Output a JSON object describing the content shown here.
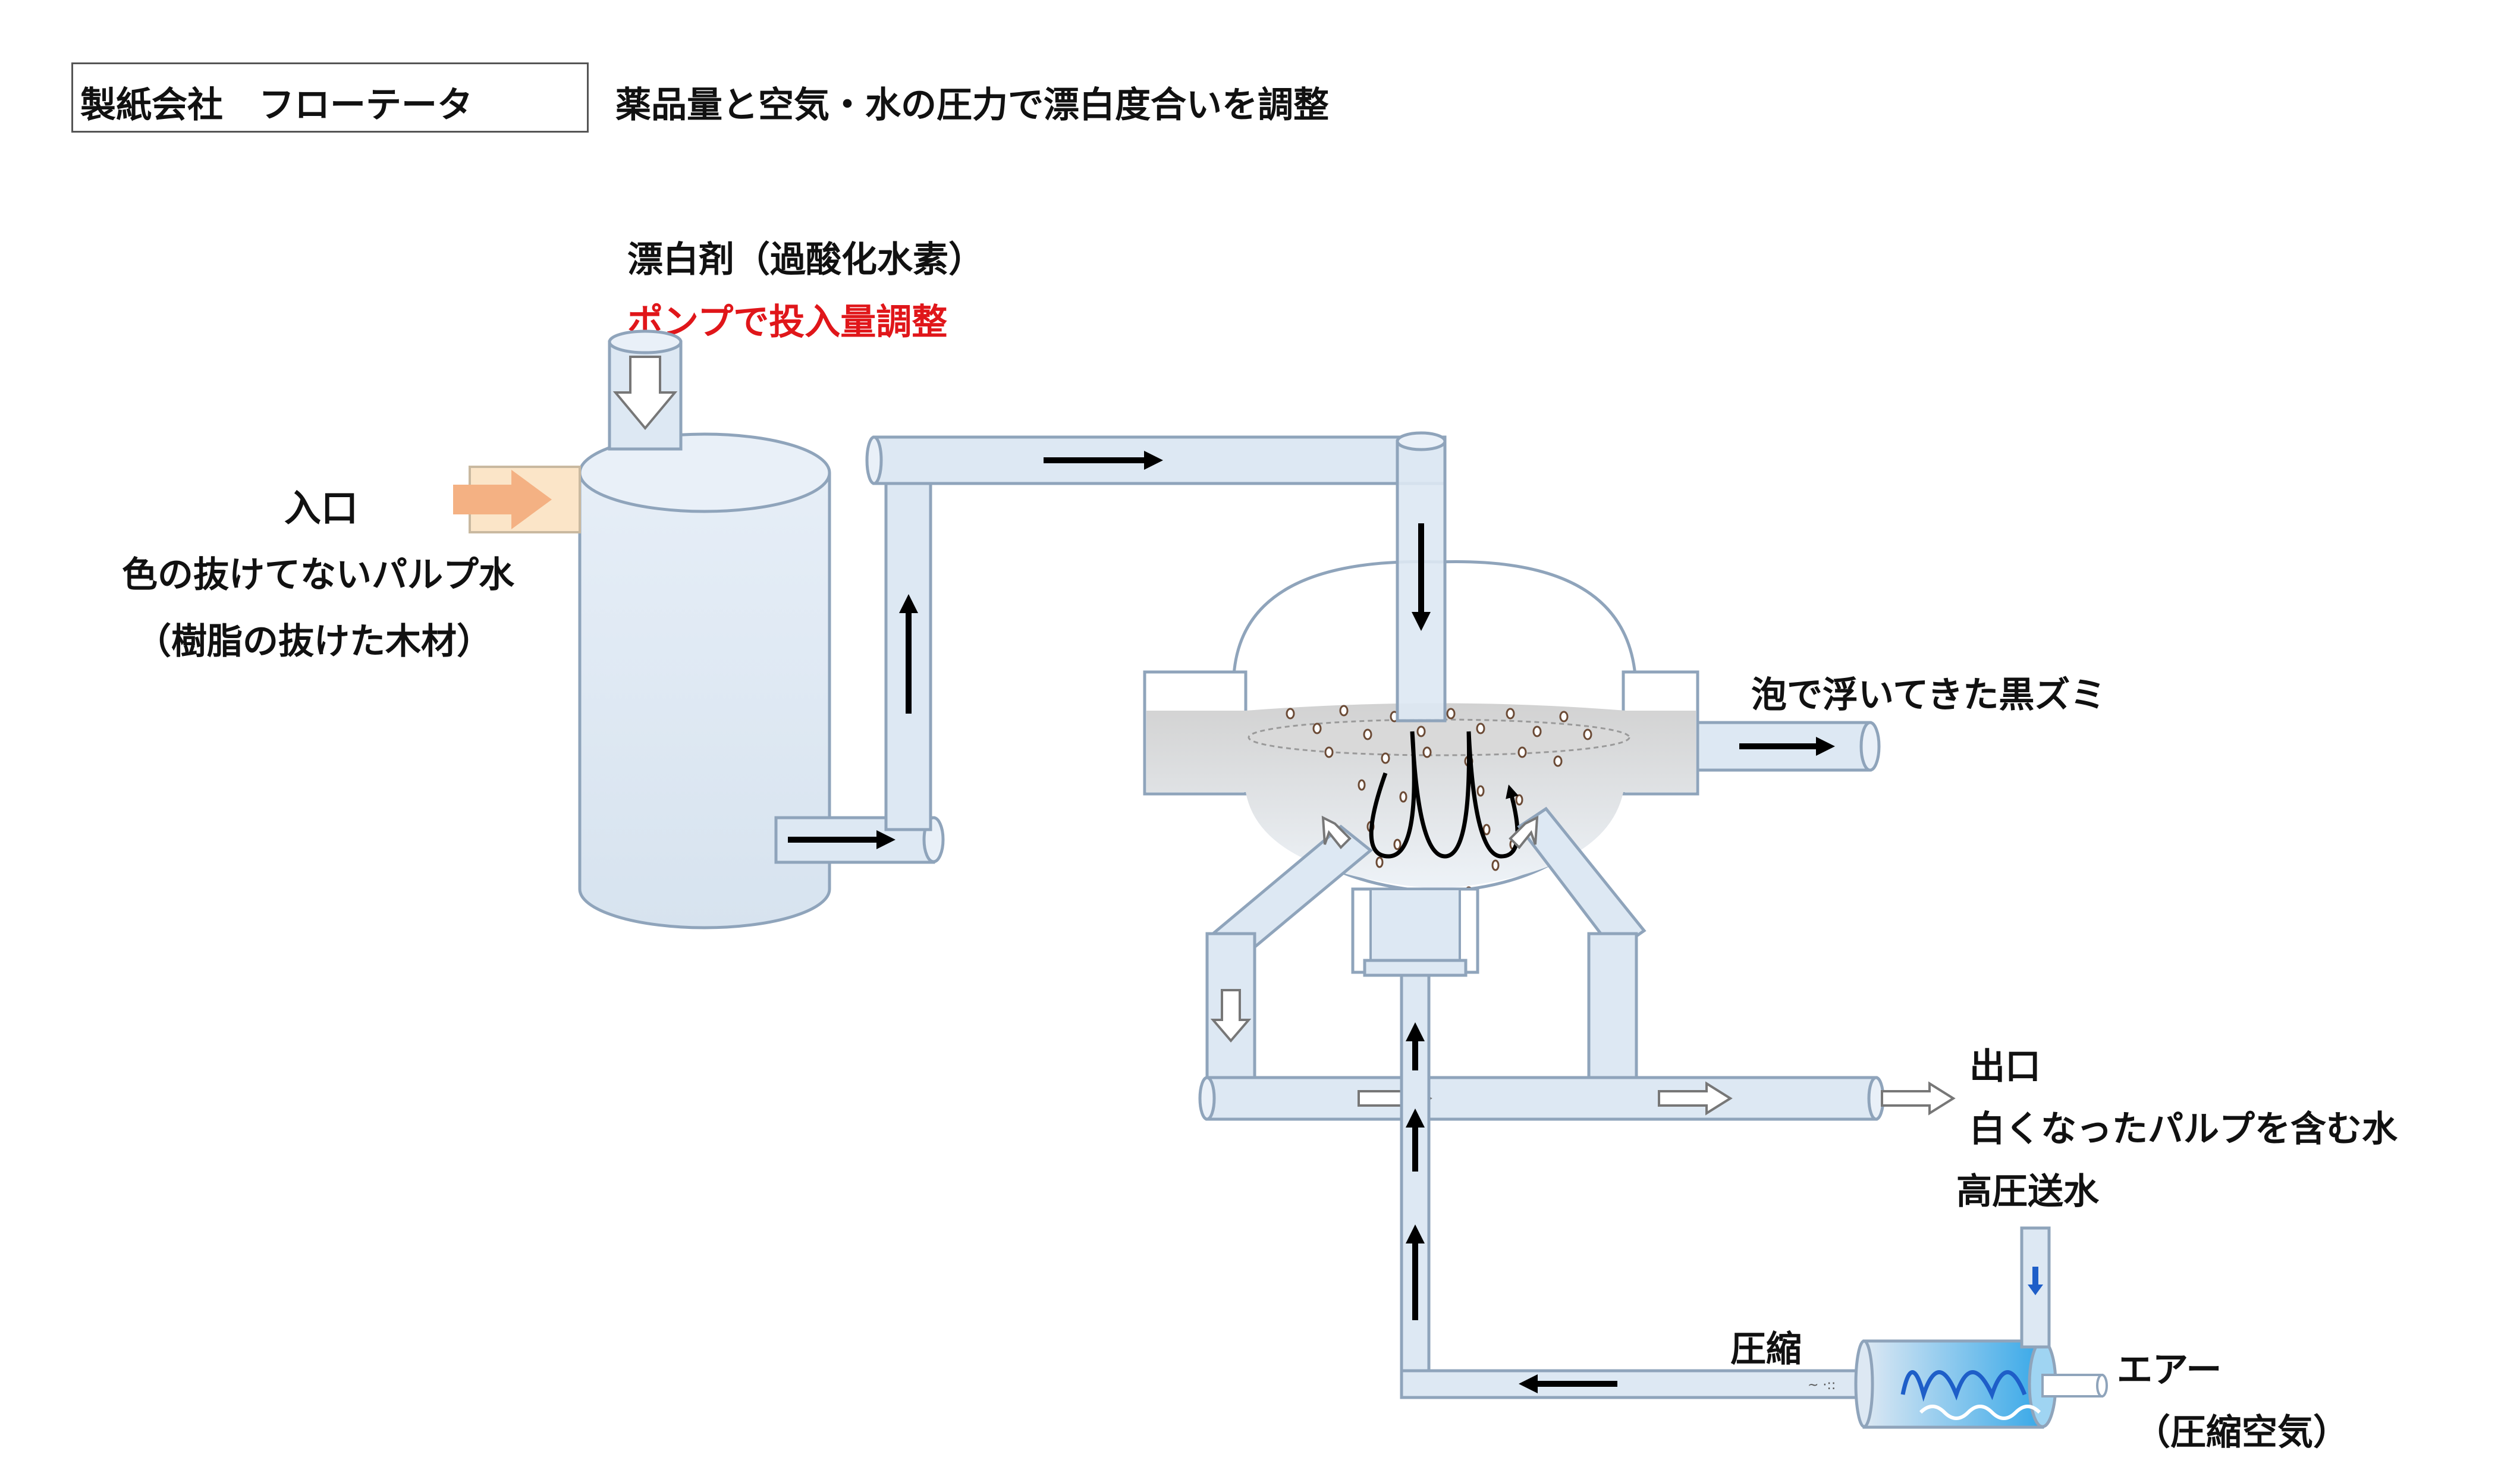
{
  "header": {
    "title": "製紙会社　フローテータ",
    "subtitle": "薬品量と空気・水の圧力で漂白度合いを調整"
  },
  "labels": {
    "bleach": "漂白剤（過酸化水素）",
    "pump_adjust": "ポンプで投入量調整",
    "inlet": "入口",
    "inlet_desc1": "色の抜けてないパルプ水",
    "inlet_desc2": "（樹脂の抜けた木材）",
    "foam": "泡で浮いてきた黒ズミ",
    "outlet": "出口",
    "outlet_desc": "白くなったパルプを含む水",
    "high_pressure_water": "高圧送水",
    "compression": "圧縮",
    "air": "エアー",
    "air_desc": "（圧縮空気）"
  },
  "colors": {
    "pipe_fill": "#dde8f3",
    "pipe_stroke": "#8fa4bb",
    "inlet_pipe": "#fbe5c8",
    "inlet_arrow": "#f4b183",
    "water": "#c9c9c9",
    "accent_red": "#e0161a",
    "blue": "#1e5ec8"
  }
}
